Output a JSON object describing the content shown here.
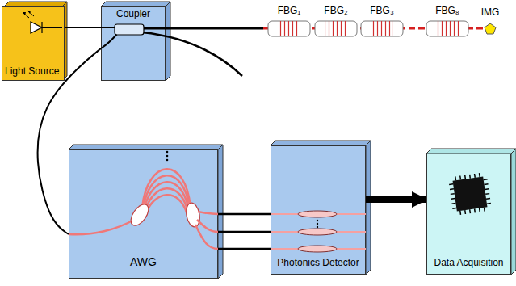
{
  "diagram": {
    "nodes": [
      {
        "text": [
          "Light Source"
        ]
      },
      {
        "text": [
          "Coupler"
        ]
      },
      {
        "text": [
          "AWG"
        ]
      },
      {
        "text": [
          "Photonics Detector"
        ]
      },
      {
        "text": [
          "Data Acquisition"
        ]
      }
    ],
    "edges": [
      {
        "from": 0,
        "to": 1,
        "arrow": "none"
      },
      {
        "from": 1,
        "to": 2,
        "arrow": "none"
      },
      {
        "from": 2,
        "to": 3,
        "arrow": "none"
      },
      {
        "from": 3,
        "to": 4,
        "arrow": "to"
      }
    ],
    "labels": [
      "FBG₁",
      "FBG₂",
      "FBG₃",
      "FBG₈",
      "IMG"
    ]
  }
}
